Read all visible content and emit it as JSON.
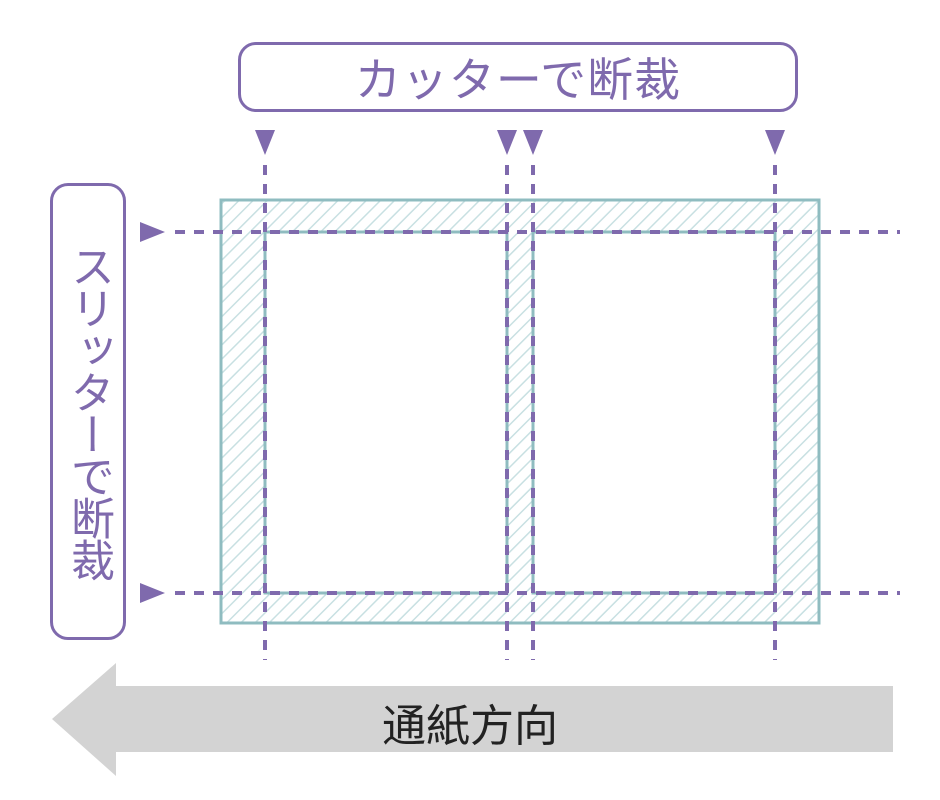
{
  "labels": {
    "cutter": "カッターで断裁",
    "slitter": "スリッターで断裁",
    "feed_direction": "通紙方向"
  },
  "colors": {
    "accent": "#7f6aad",
    "frame": "#8fbcc0",
    "hatch": "#c8e0e2",
    "arrow": "#d3d3d3"
  }
}
